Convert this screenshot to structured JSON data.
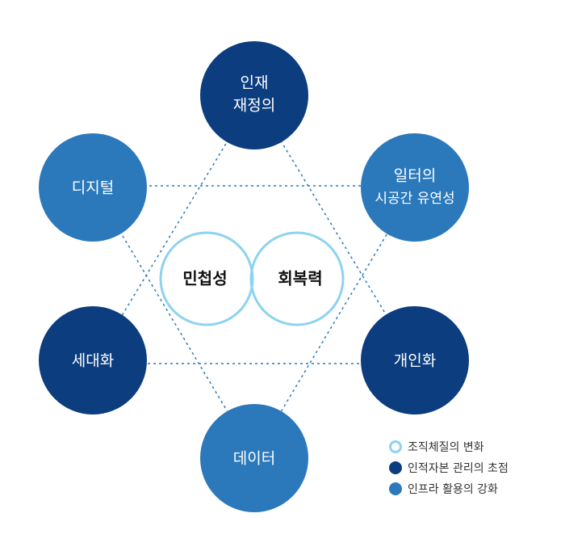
{
  "colors": {
    "dark_blue": "#0c3d7f",
    "mid_blue": "#2b79bb",
    "light_ring": "#8dd3ee",
    "dotted_line": "#2b79bb"
  },
  "nodes": {
    "talent_redefinition": {
      "line1": "인재",
      "line2": "재정의",
      "color_key": "dark_blue"
    },
    "workspace_flexibility": {
      "line1": "일터의",
      "line2": "시공간 유연성",
      "color_key": "mid_blue"
    },
    "personalization": {
      "label": "개인화",
      "color_key": "dark_blue"
    },
    "data": {
      "label": "데이터",
      "color_key": "mid_blue"
    },
    "generation": {
      "label": "세대화",
      "color_key": "dark_blue"
    },
    "digital": {
      "label": "디지털",
      "color_key": "mid_blue"
    }
  },
  "center": {
    "agility": "민첩성",
    "resilience": "회복력"
  },
  "legend": [
    {
      "label": "조직체질의 변화",
      "style": "ring"
    },
    {
      "label": "인적자본 관리의 초점",
      "style": "dark"
    },
    {
      "label": "인프라 활용의 강화",
      "style": "mid"
    }
  ]
}
